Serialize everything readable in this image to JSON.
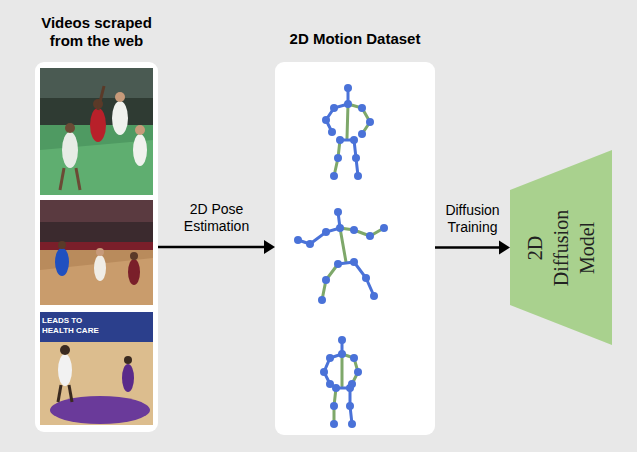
{
  "diagram": {
    "nodes": [
      {
        "text": [
          "Videos scraped from the web"
        ]
      },
      {
        "text": [
          "2D Motion Dataset"
        ]
      },
      {
        "text": [
          "2D Diffusion Model"
        ]
      }
    ],
    "edges": [
      {
        "from": 0,
        "to": 1,
        "label": "2D Pose Estimation",
        "arrow": "to"
      },
      {
        "from": 1,
        "to": 2,
        "label": "Diffusion Training",
        "arrow": "to"
      }
    ],
    "labels": [
      "LEADS TO HEALTH CARE"
    ]
  }
}
